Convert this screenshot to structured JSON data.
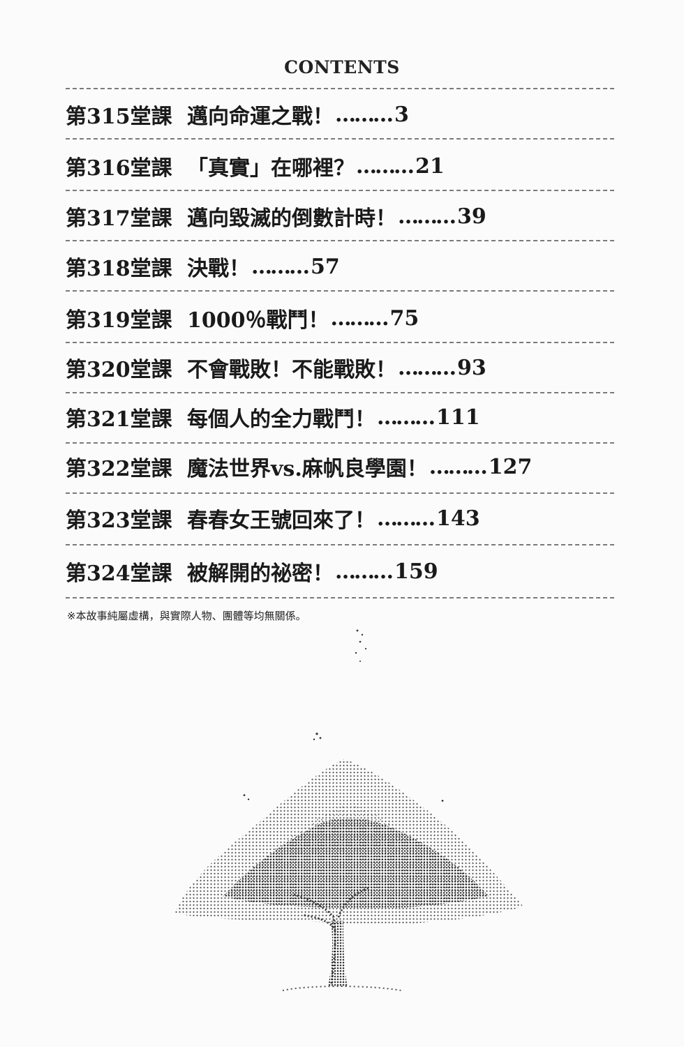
{
  "title": "CONTENTS",
  "leader": "………",
  "entries": [
    {
      "chapter": "第315堂課",
      "title": "邁向命運之戰！",
      "page": "3"
    },
    {
      "chapter": "第316堂課",
      "title": "「真實」在哪裡？",
      "page": "21"
    },
    {
      "chapter": "第317堂課",
      "title": "邁向毀滅的倒數計時！",
      "page": "39"
    },
    {
      "chapter": "第318堂課",
      "title": "決戰！",
      "page": "57"
    },
    {
      "chapter": "第319堂課",
      "title": "1000％戰鬥！",
      "page": "75"
    },
    {
      "chapter": "第320堂課",
      "title": "不會戰敗！不能戰敗！",
      "page": "93"
    },
    {
      "chapter": "第321堂課",
      "title": "每個人的全力戰鬥！",
      "page": "111"
    },
    {
      "chapter": "第322堂課",
      "title": "魔法世界vs.麻帆良學園！",
      "page": "127"
    },
    {
      "chapter": "第323堂課",
      "title": "春春女王號回來了！",
      "page": "143"
    },
    {
      "chapter": "第324堂課",
      "title": "被解開的祕密！",
      "page": "159"
    }
  ],
  "disclaimer": "※本故事純屬虛構，與實際人物、團體等均無關係。",
  "colors": {
    "ink": "#1a1a1a",
    "rule": "#7a7a7a",
    "paper": "#fbfbfb"
  }
}
